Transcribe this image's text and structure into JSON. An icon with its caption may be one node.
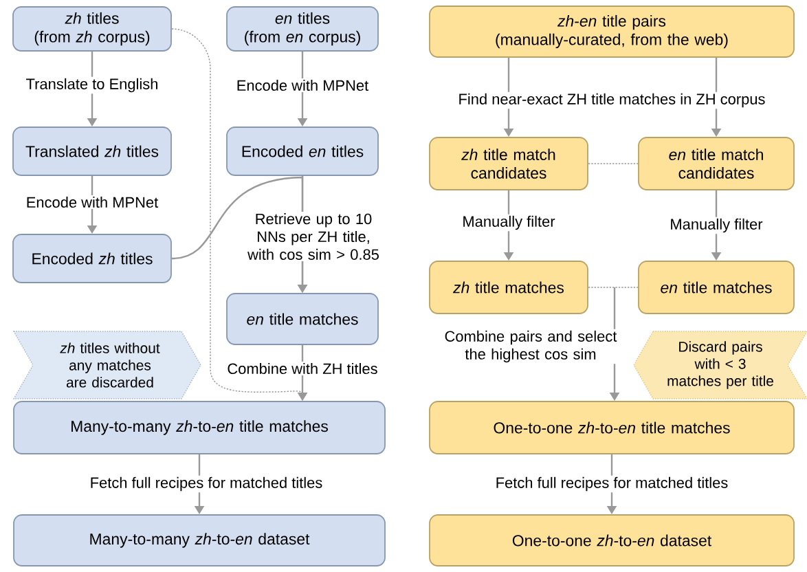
{
  "diagram": {
    "nodes": [
      {
        "text": [
          "*zh* titles",
          "(from *zh* corpus)"
        ]
      },
      {
        "text": [
          "*en* titles",
          "(from *en* corpus)"
        ]
      },
      {
        "text": [
          "Translated *zh* titles"
        ]
      },
      {
        "text": [
          "Encoded *en* titles"
        ]
      },
      {
        "text": [
          "Encoded *zh* titles"
        ]
      },
      {
        "text": [
          "*en* title matches"
        ]
      },
      {
        "text": [
          "*zh* titles without any matches are discarded"
        ]
      },
      {
        "text": [
          "Many-to-many *zh*-to-*en* title matches"
        ]
      },
      {
        "text": [
          "Many-to-many *zh*-to-*en* dataset"
        ]
      },
      {
        "text": [
          "*zh*-*en* title pairs",
          "(manually-curated, from the web)"
        ]
      },
      {
        "text": [
          "*zh* title match candidates"
        ]
      },
      {
        "text": [
          "*en* title match candidates"
        ]
      },
      {
        "text": [
          "*zh* title matches"
        ]
      },
      {
        "text": [
          "*en* title matches"
        ]
      },
      {
        "text": [
          "Discard pairs with < 3 matches per title"
        ]
      },
      {
        "text": [
          "One-to-one *zh*-to-*en* title matches"
        ]
      },
      {
        "text": [
          "One-to-one *zh*-to-*en* dataset"
        ]
      }
    ],
    "edges": [
      {
        "from": 0,
        "to": 2,
        "arrow": "to",
        "label": "Translate to English"
      },
      {
        "from": 2,
        "to": 4,
        "arrow": "to",
        "label": "Encode with MPNet"
      },
      {
        "from": 1,
        "to": 3,
        "arrow": "to",
        "label": "Encode with MPNet"
      },
      {
        "from": 3,
        "to": 5,
        "arrow": "to",
        "label": "Retrieve up to 10 NNs per ZH title, with cos sim > 0.85"
      },
      {
        "from": 4,
        "to": 5,
        "arrow": "to"
      },
      {
        "from": 0,
        "to": 7,
        "arrow": "to",
        "style": "dashed"
      },
      {
        "from": 5,
        "to": 7,
        "arrow": "to",
        "label": "Combine with ZH titles"
      },
      {
        "from": 7,
        "to": 8,
        "arrow": "to",
        "label": "Fetch full recipes for matched titles"
      },
      {
        "from": 9,
        "to": 10,
        "arrow": "to",
        "label": "Find near-exact ZH title matches in ZH corpus"
      },
      {
        "from": 9,
        "to": 11,
        "arrow": "to"
      },
      {
        "from": 10,
        "to": 11,
        "arrow": "none",
        "style": "dashed"
      },
      {
        "from": 10,
        "to": 12,
        "arrow": "to",
        "label": "Manually filter"
      },
      {
        "from": 11,
        "to": 13,
        "arrow": "to",
        "label": "Manually filter"
      },
      {
        "from": 12,
        "to": 13,
        "arrow": "none",
        "style": "dashed"
      },
      {
        "from": null,
        "to": 15,
        "arrow": "to",
        "label": "Combine pairs and select the highest cos sim"
      },
      {
        "from": 15,
        "to": 16,
        "arrow": "to",
        "label": "Fetch full recipes for matched titles"
      }
    ]
  }
}
